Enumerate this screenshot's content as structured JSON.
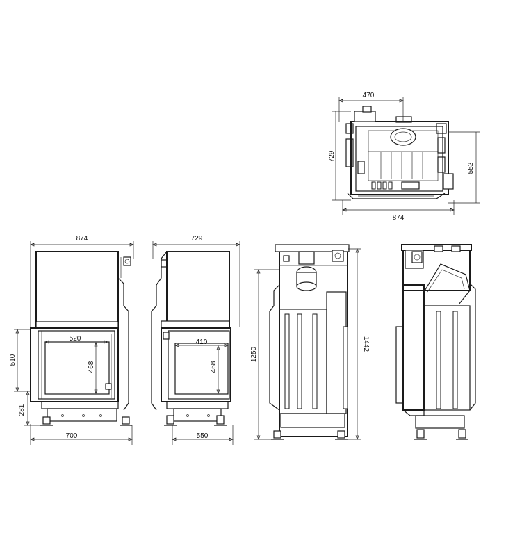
{
  "dimensions": {
    "top_view": {
      "width_top": "470",
      "depth_left": "729",
      "height_right": "552",
      "width_bottom": "874"
    },
    "front_view_1": {
      "overall_width": "874",
      "glass_width": "520",
      "glass_height": "468",
      "door_height": "510",
      "base_height": "281",
      "base_width": "700"
    },
    "front_view_2": {
      "overall_width": "729",
      "glass_width": "410",
      "glass_height": "468",
      "base_width": "550"
    },
    "back_view": {
      "height_left": "1250",
      "height_right": "1442"
    }
  }
}
